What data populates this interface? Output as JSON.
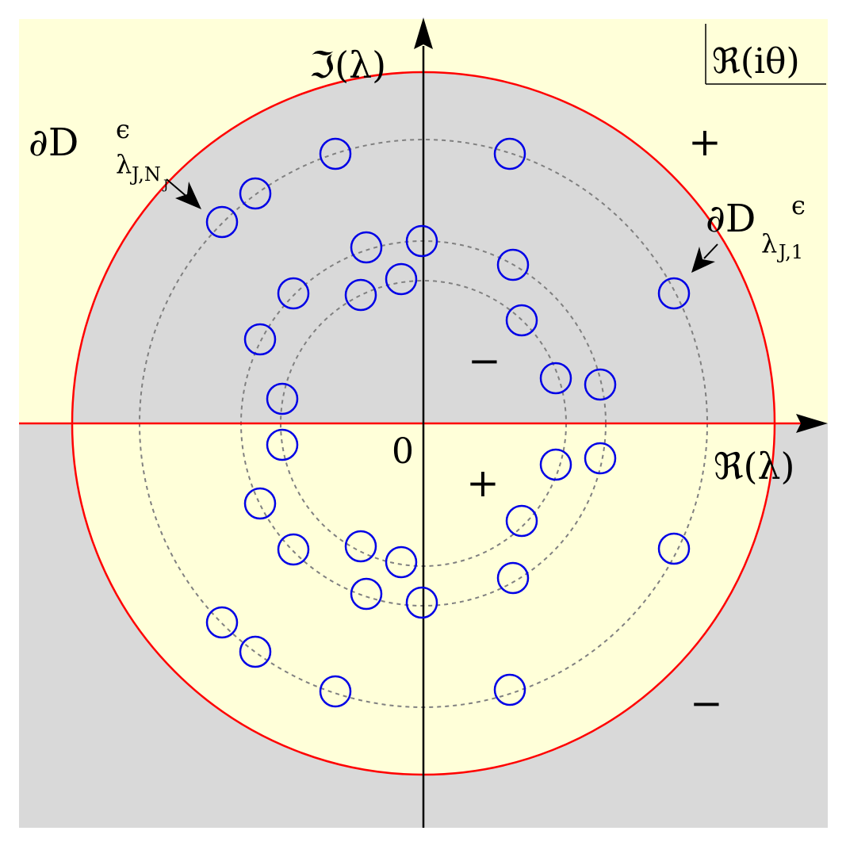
{
  "labels": {
    "y_axis": "ℑ(λ)",
    "x_axis": "ℜ(λ)",
    "origin": "0",
    "legend": "ℜ(iθ)",
    "boundary_left": {
      "main": "∂D",
      "sup": "ϵ",
      "sub": "λ",
      "subsub": "J,N",
      "subsubsub": "J"
    },
    "boundary_right": {
      "main": "∂D",
      "sup": "ϵ",
      "sub": "λ",
      "subsub": "J,1"
    },
    "sign_upper_outside": "+",
    "sign_upper_inside": "−",
    "sign_lower_inside": "+",
    "sign_lower_outside": "−"
  },
  "colors": {
    "positive_region": "#ffffd9",
    "negative_region": "#d9d9d9",
    "unit_circle": "#ff0000",
    "disks": "#0000e6",
    "orbits": "#808080",
    "axes": "#000000"
  }
}
